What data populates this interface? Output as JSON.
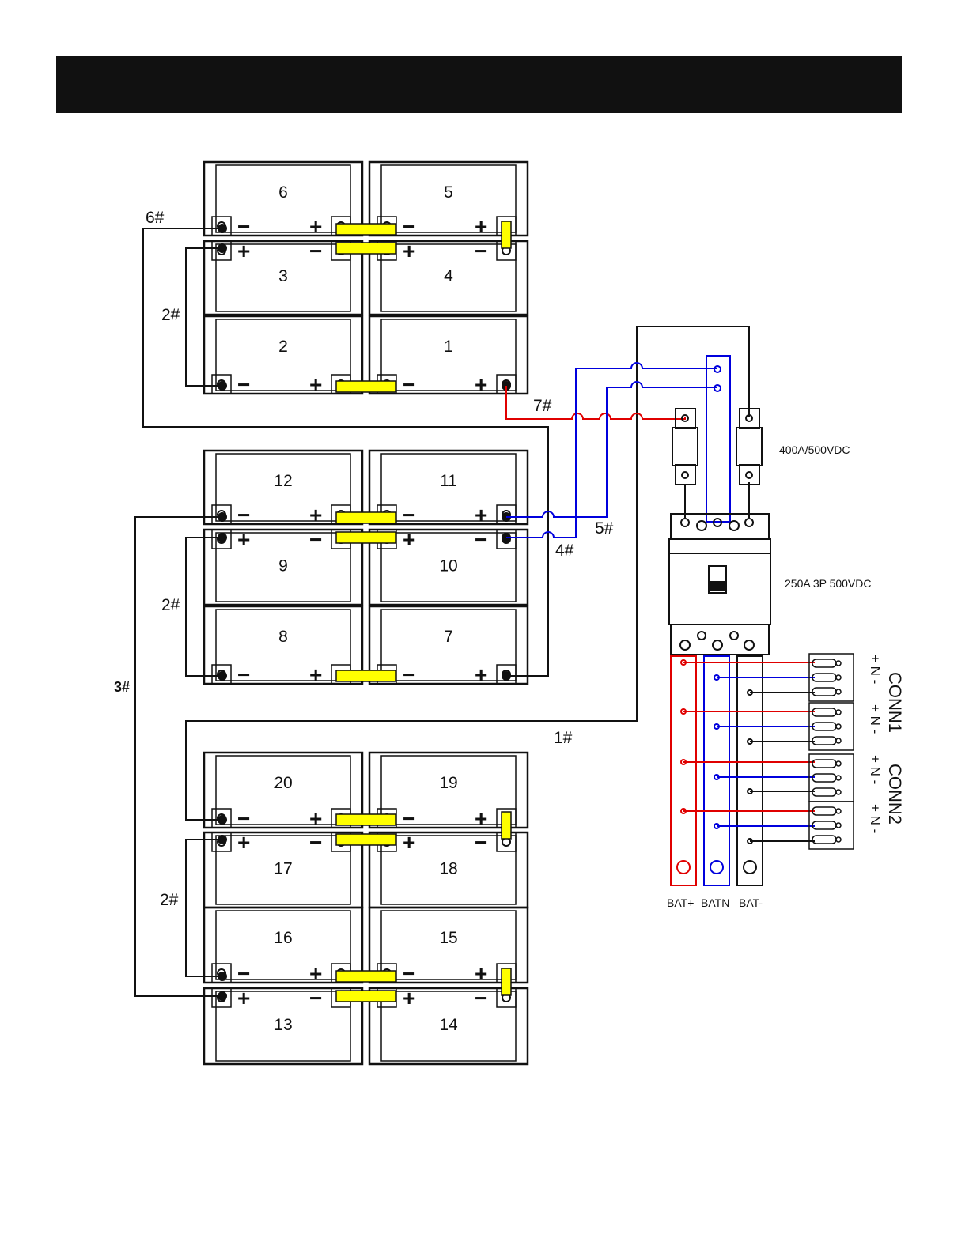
{
  "wires": {
    "w1": "1#",
    "w2a": "2#",
    "w2b": "2#",
    "w2c": "2#",
    "w3": "3#",
    "w4": "4#",
    "w5": "5#",
    "w6": "6#",
    "w7": "7#"
  },
  "fuse_rating": "400A/500VDC",
  "breaker_rating": "250A 3P 500VDC",
  "busbars": {
    "pos": "BAT+",
    "neutral": "BATN",
    "neg": "BAT-"
  },
  "connectors": {
    "conn1": {
      "label": "CONN1",
      "pins_a": "+ N -",
      "pins_b": "+ N -"
    },
    "conn2": {
      "label": "CONN2",
      "pins_a": "+ N -",
      "pins_b": "+ N -"
    }
  },
  "batteries": {
    "b1": "1",
    "b2": "2",
    "b3": "3",
    "b4": "4",
    "b5": "5",
    "b6": "6",
    "b7": "7",
    "b8": "8",
    "b9": "9",
    "b10": "10",
    "b11": "11",
    "b12": "12",
    "b13": "13",
    "b14": "14",
    "b15": "15",
    "b16": "16",
    "b17": "17",
    "b18": "18",
    "b19": "19",
    "b20": "20"
  },
  "polarity": {
    "plus": "+",
    "minus": "−"
  },
  "colors": {
    "positive": "#e00000",
    "neutral": "#0000dd",
    "negative": "#111111",
    "link": "#ffff00"
  }
}
